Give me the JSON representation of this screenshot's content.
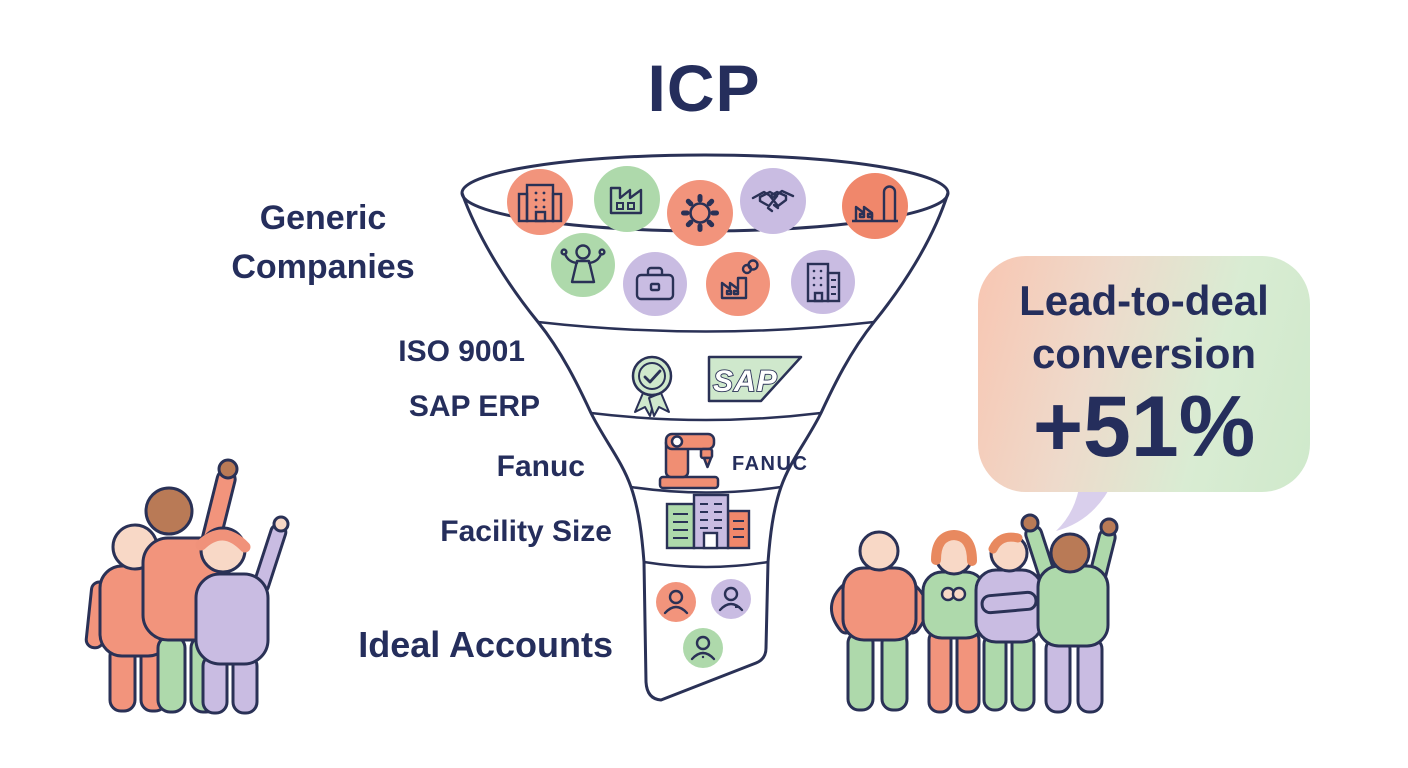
{
  "title": "ICP",
  "funnel": {
    "labels": {
      "generic_line1": "Generic",
      "generic_line2": "Companies",
      "iso": "ISO 9001",
      "sap_erp": "SAP ERP",
      "fanuc": "Fanuc",
      "facility": "Facility Size",
      "ideal": "Ideal Accounts"
    },
    "logos": {
      "sap": "SAP",
      "fanuc": "FANUC"
    },
    "stages": [
      {
        "name": "generic-companies",
        "label": "Generic Companies",
        "icons": [
          "office-building",
          "factory",
          "gear",
          "handshake",
          "industrial-plant",
          "cheering-person",
          "briefcase",
          "smokestack-factory",
          "office-tower"
        ]
      },
      {
        "name": "qualifiers",
        "labels": [
          "ISO 9001",
          "SAP ERP"
        ],
        "icons": [
          "certification-badge",
          "sap-logo"
        ]
      },
      {
        "name": "fanuc-robots",
        "label": "Fanuc",
        "icons": [
          "robot-arm"
        ]
      },
      {
        "name": "facility-size",
        "label": "Facility Size",
        "icons": [
          "facility-building"
        ]
      },
      {
        "name": "ideal-accounts",
        "label": "Ideal Accounts",
        "icons": [
          "person-orange",
          "person-purple",
          "person-green"
        ]
      }
    ]
  },
  "callout": {
    "line1": "Lead-to-deal",
    "line2": "conversion",
    "metric": "+51%"
  },
  "colors": {
    "navy": "#252e5c",
    "salmon": "#f2947c",
    "coral": "#f0876b",
    "green": "#aed9ab",
    "purple": "#c9bce2",
    "bubble_start": "#f8c6b2",
    "bubble_end": "#cfe9cb",
    "tail_purple": "#d9cfec"
  }
}
